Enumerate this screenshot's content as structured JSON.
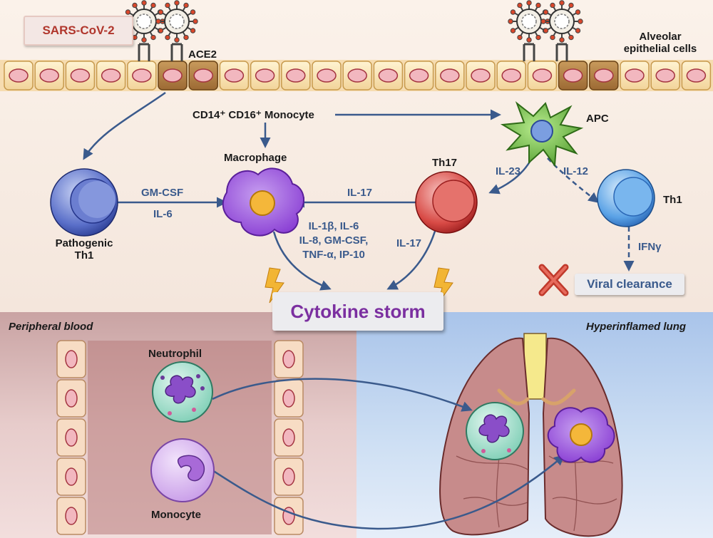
{
  "virus": {
    "label": "SARS-CoV-2"
  },
  "receptor": {
    "label": "ACE2"
  },
  "epithelium": {
    "label_line1": "Alveolar",
    "label_line2": "epithelial cells"
  },
  "cells": {
    "monocyte_source": "CD14⁺ CD16⁺ Monocyte",
    "apc": "APC",
    "macrophage": "Macrophage",
    "th17": "Th17",
    "th1": "Th1",
    "pathogenic_th1_line1": "Pathogenic",
    "pathogenic_th1_line2": "Th1",
    "neutrophil": "Neutrophil",
    "monocyte": "Monocyte"
  },
  "arrows": {
    "gm_csf": "GM-CSF",
    "il6": "IL-6",
    "il17_top": "IL-17",
    "il17_bottom": "IL-17",
    "il23": "IL-23",
    "il12": "IL-12",
    "ifng": "IFNγ",
    "mac_line1": "IL-1β, IL-6",
    "mac_line2": "IL-8, GM-CSF,",
    "mac_line3": "TNF-α, IP-10"
  },
  "outcomes": {
    "cytokine_storm": "Cytokine storm",
    "viral_clearance": "Viral clearance"
  },
  "regions": {
    "peripheral_blood": "Peripheral blood",
    "hyperinflamed_lung": "Hyperinflamed lung"
  },
  "colors": {
    "arrow": "#3a5a8c",
    "virus_label": "#b0362c",
    "storm_label": "#7b2fa0",
    "blood_bg": "#d9b3b3",
    "lung_bg": "#b8d0ec"
  }
}
